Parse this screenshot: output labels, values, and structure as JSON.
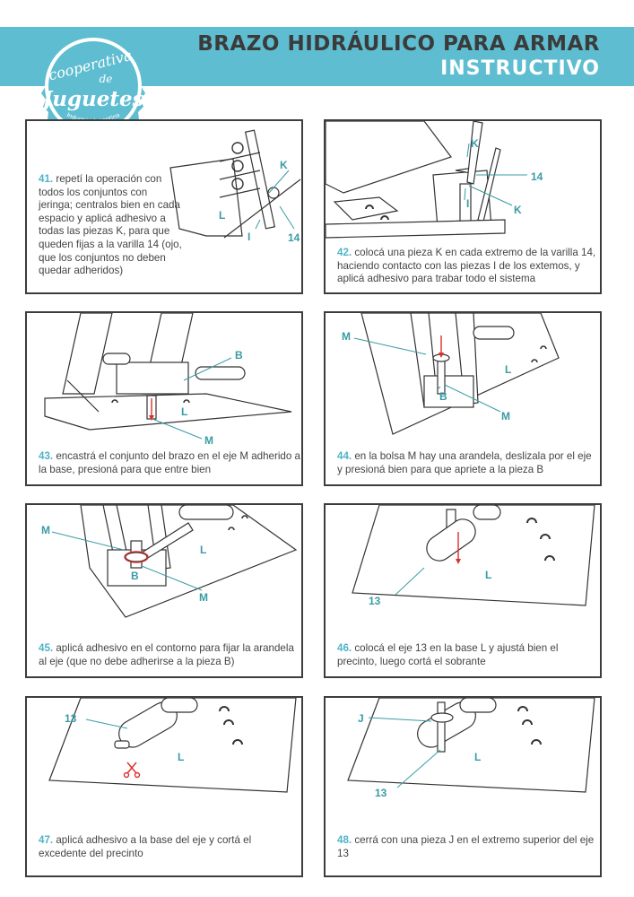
{
  "header": {
    "title": "BRAZO HIDRÁULICO PARA ARMAR",
    "subtitle": "INSTRUCTIVO",
    "accent_color": "#5ebdd0",
    "label_color": "#3a9ba5"
  },
  "logo": {
    "line1": "cooperativa",
    "line2": "de",
    "line3": "Juguetes",
    "tagline": "Industria Argentina",
    "color": "#5ebdd0"
  },
  "steps": [
    {
      "number": "41.",
      "text": "repetí la operación con todos los conjuntos con jeringa; centralos bien en cada espacio y aplicá adhesivo a todas las piezas K, para que queden fijas a la varilla 14 (ojo, que los conjuntos no deben quedar adheridos)",
      "labels": [
        "K",
        "L",
        "I",
        "14"
      ]
    },
    {
      "number": "42.",
      "text": "colocá una pieza K en cada extremo de la varilla 14, haciendo contacto con las piezas I de los extemos, y aplicá adhesivo para trabar todo el sistema",
      "labels": [
        "K",
        "14",
        "I",
        "K"
      ]
    },
    {
      "number": "43.",
      "text": "encastrá el conjunto del brazo en el eje M adherido a la base, presioná para que entre bien",
      "labels": [
        "B",
        "L",
        "M"
      ]
    },
    {
      "number": "44.",
      "text": "en la bolsa M hay una arandela, deslizala por el eje y presioná bien para que apriete a la pieza B",
      "labels": [
        "M",
        "L",
        "B",
        "M"
      ]
    },
    {
      "number": "45.",
      "text": "aplicá adhesivo en el contorno para fijar la arandela al eje (que no debe adherirse a la pieza B)",
      "labels": [
        "M",
        "L",
        "B",
        "M"
      ]
    },
    {
      "number": "46.",
      "text": "colocá el eje 13 en la base L y ajustá bien el precinto, luego cortá el sobrante",
      "labels": [
        "L",
        "13"
      ]
    },
    {
      "number": "47.",
      "text": "aplicá adhesivo a la base del eje y cortá el excedente del precinto",
      "labels": [
        "13",
        "L"
      ]
    },
    {
      "number": "48.",
      "text": "cerrá con una pieza J en el extremo superior del eje 13",
      "labels": [
        "J",
        "L",
        "13"
      ]
    }
  ]
}
